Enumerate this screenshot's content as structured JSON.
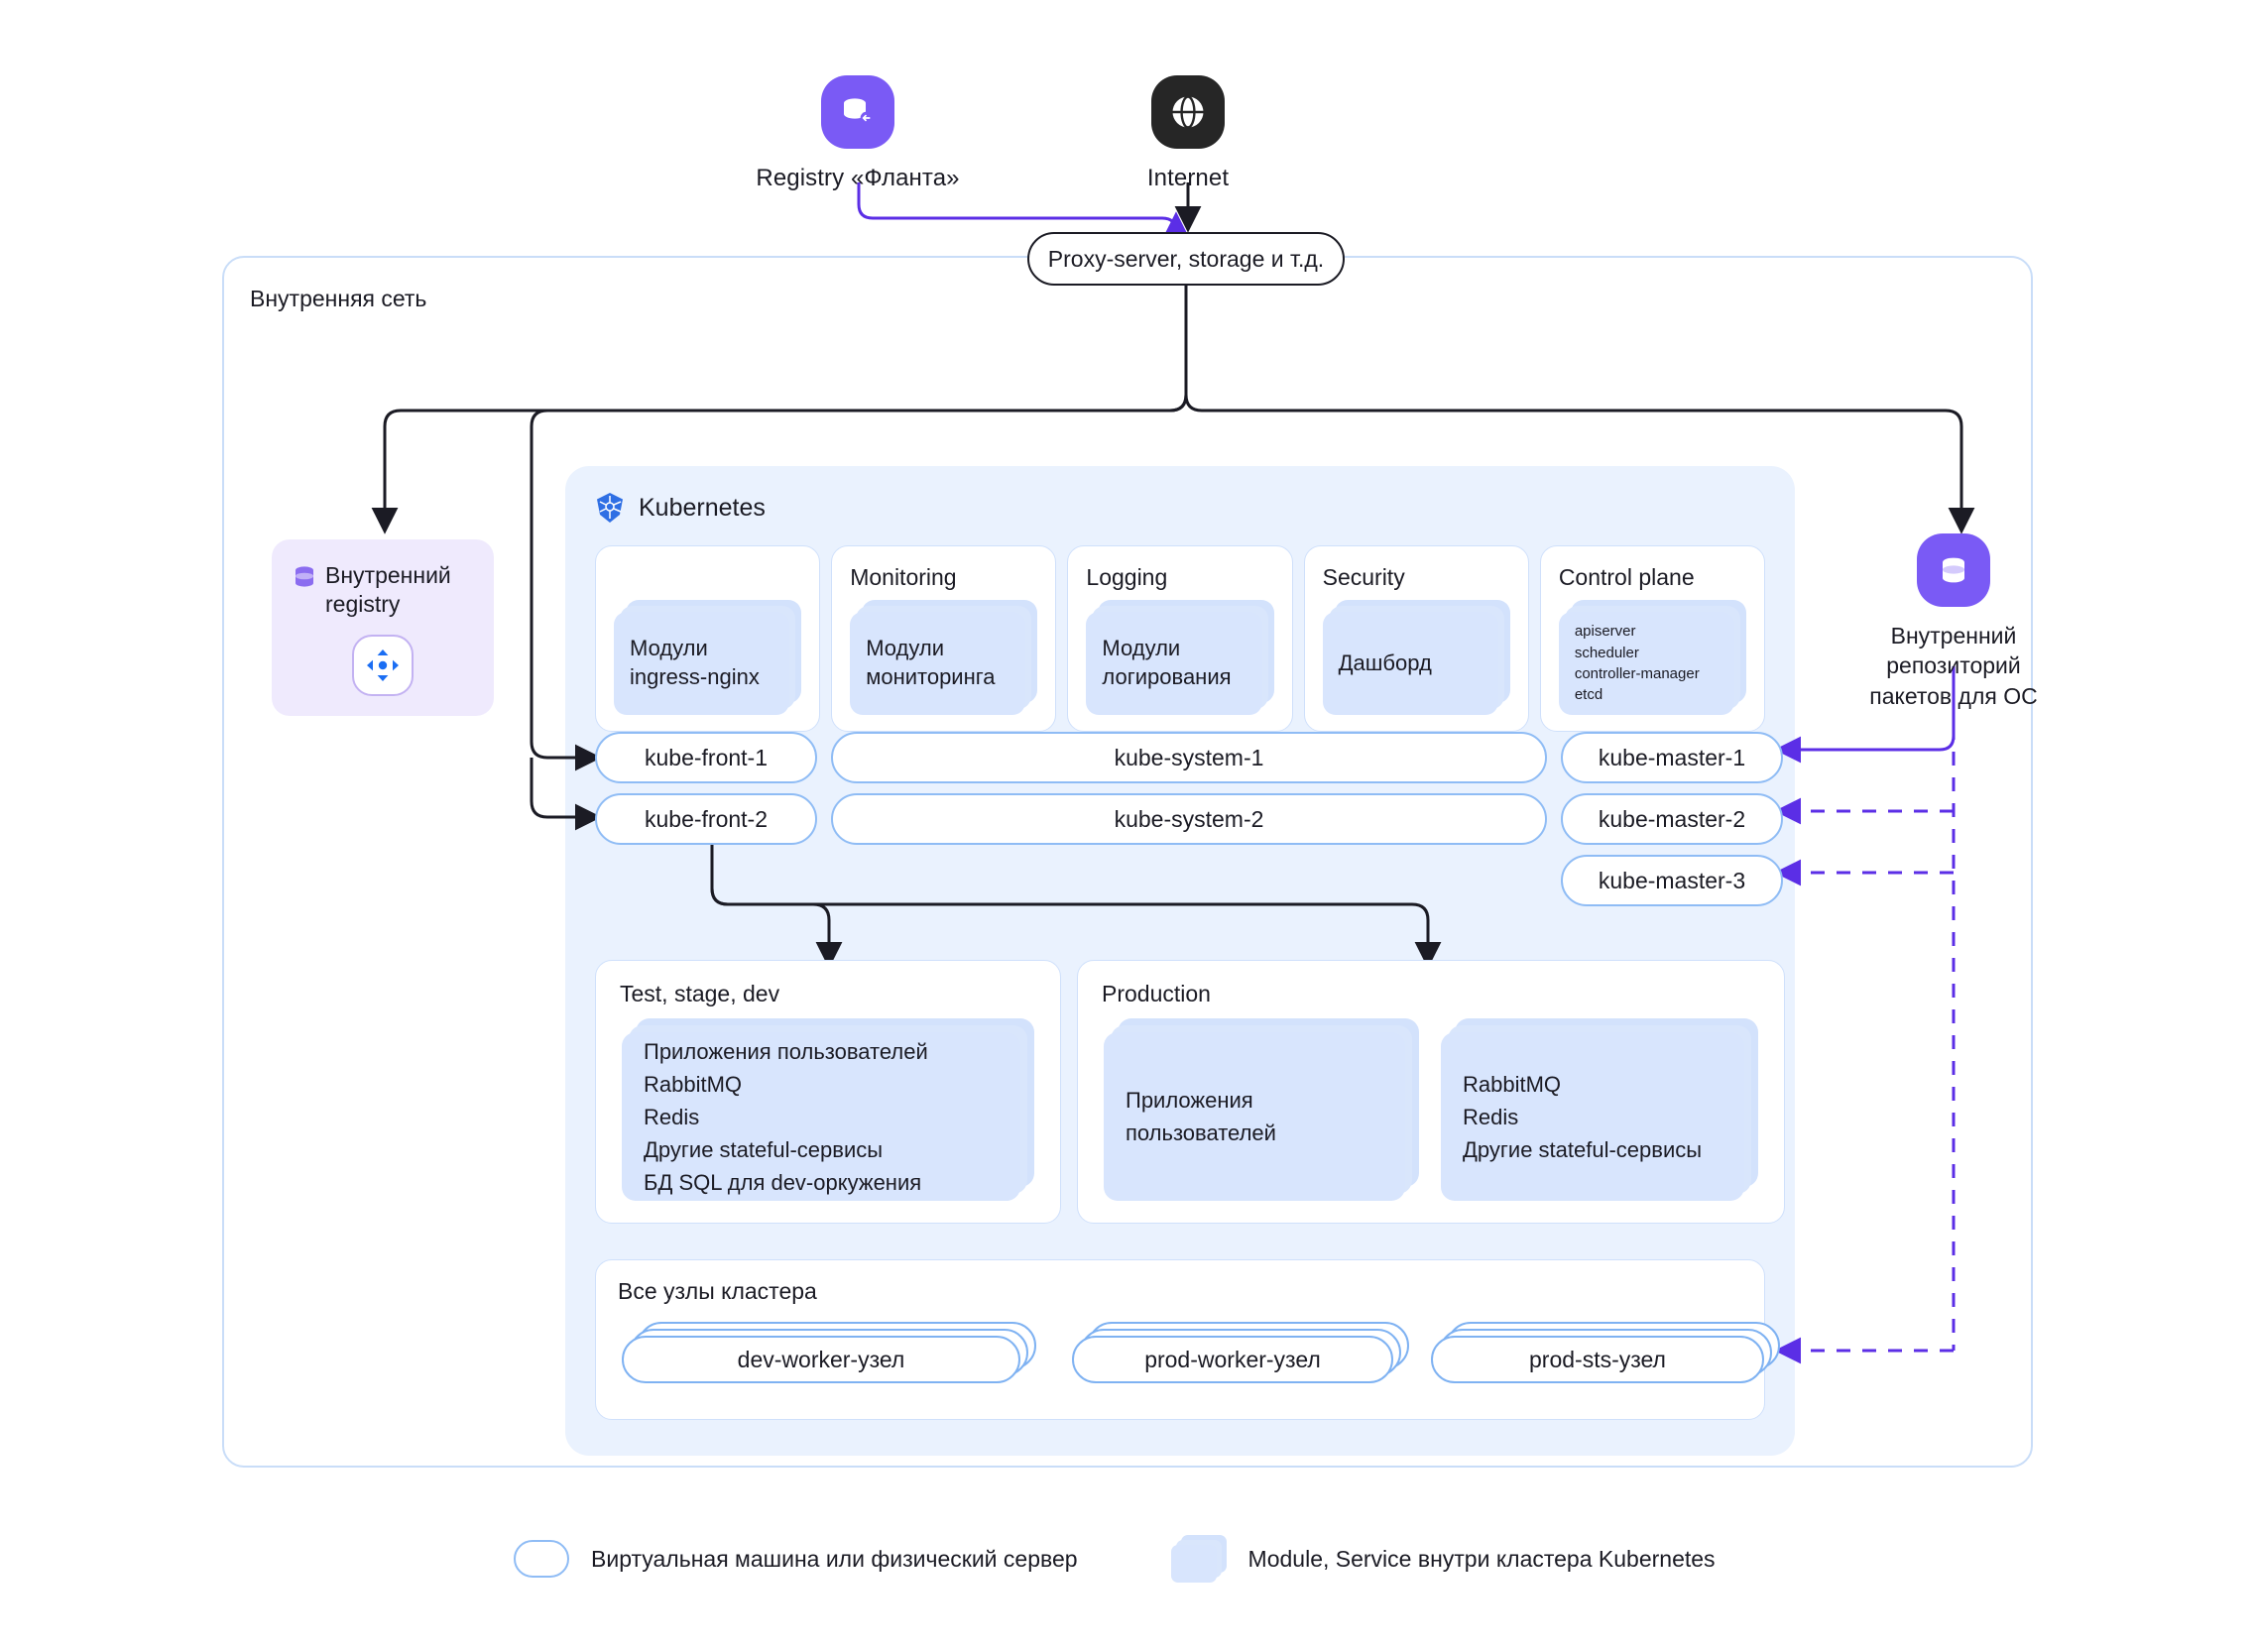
{
  "external": {
    "registry": {
      "label": "Registry «Фланта»",
      "icon": "database-link-icon",
      "color": "#7a5af5"
    },
    "internet": {
      "label": "Internet",
      "icon": "globe-icon",
      "color": "#262626"
    }
  },
  "proxy": {
    "label": "Proxy-server, storage и т.д."
  },
  "internal_network": {
    "label": "Внутренняя сеть"
  },
  "internal_registry": {
    "title_line1": "Внутренний",
    "title_line2": "registry",
    "icon": "database-icon",
    "logo_icon": "harbor-logo-icon",
    "bg": "#efeafd"
  },
  "os_repo": {
    "icon": "database-icon",
    "line1": "Внутренний",
    "line2": "репозиторий",
    "line3": "пакетов для ОС"
  },
  "kubernetes": {
    "title": "Kubernetes",
    "icon": "kubernetes-icon",
    "bg": "#eaf2fe",
    "module_columns": [
      {
        "title": "",
        "stack_label": "Модули\ningress-nginx"
      },
      {
        "title": "Monitoring",
        "stack_label": "Модули\nмониторинга"
      },
      {
        "title": "Logging",
        "stack_label": "Модули\nлогирования"
      },
      {
        "title": "Security",
        "stack_label": "Дашборд"
      },
      {
        "title": "Control plane",
        "stack_label": "apiserver\nscheduler\ncontroller-manager\netcd"
      }
    ],
    "node_rows": [
      {
        "front": "kube-front-1",
        "system": "kube-system-1",
        "master": "kube-master-1"
      },
      {
        "front": "kube-front-2",
        "system": "kube-system-2",
        "master": "kube-master-2"
      },
      {
        "front": "",
        "system": "",
        "master": "kube-master-3"
      }
    ],
    "environments": [
      {
        "title": "Test, stage, dev",
        "cards": [
          {
            "text": "Приложения пользователей\nRabbitMQ\nRedis\nДругие stateful-сервисы\nБД SQL для dev-оркужения"
          }
        ]
      },
      {
        "title": "Production",
        "cards": [
          {
            "text": "Приложения\nпользователей"
          },
          {
            "text": "RabbitMQ\nRedis\nДругие stateful-сервисы"
          }
        ]
      }
    ],
    "all_nodes": {
      "title": "Все узлы кластера",
      "nodes": [
        "dev-worker-узел",
        "prod-worker-узел",
        "prod-sts-узел"
      ]
    }
  },
  "legend": [
    {
      "shape": "pill",
      "text": "Виртуальная машина или физический сервер"
    },
    {
      "shape": "stack",
      "text": "Module, Service внутри кластера Kubernetes"
    }
  ],
  "colors": {
    "violet": "#5b2ee6",
    "arrow_dark": "#1b1b24",
    "node_border": "#8fbcf5",
    "panel_bg": "#eaf2fe",
    "module_blue": "#d8e5fd",
    "frame_border": "#c9ddf8"
  }
}
